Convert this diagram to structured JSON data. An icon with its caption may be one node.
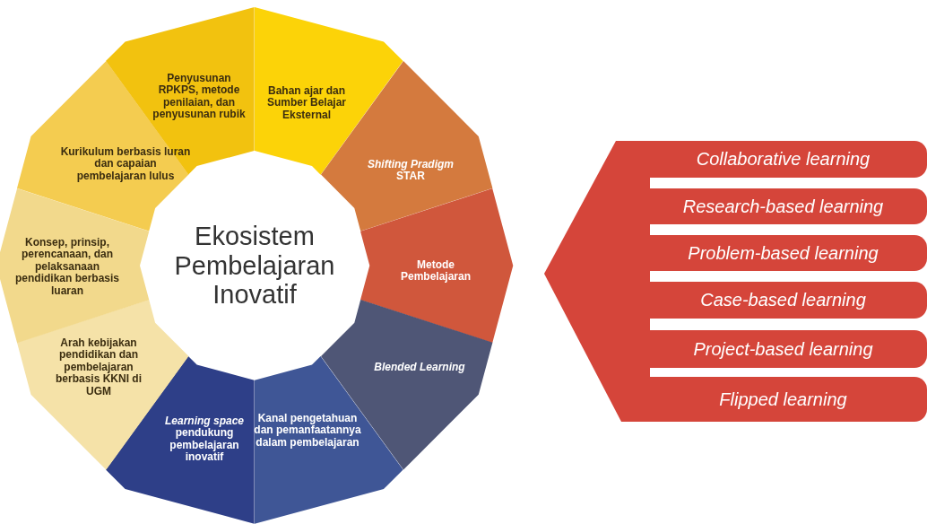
{
  "diagram": {
    "nodes": [
      {
        "text": [
          "Penyusunan **RPKPS**, metode penilaian, dan penyusunan rubik"
        ]
      },
      {
        "text": [
          "Bahan ajar dan Sumber Belajar Eksternal"
        ]
      },
      {
        "text": [
          "*Shifting Pradigm* **STAR**"
        ]
      },
      {
        "text": [
          "Metode Pembelajaran"
        ]
      },
      {
        "text": [
          "*Blended Learning*"
        ]
      },
      {
        "text": [
          "Kanal pengetahuan dan pemanfaatannya dalam pembelajaran"
        ]
      },
      {
        "text": [
          "*Learning space* pendukung pembelajaran inovatif"
        ]
      },
      {
        "text": [
          "Arah kebijakan pendidikan dan pembelajaran berbasis KKNI di UGM"
        ]
      },
      {
        "text": [
          "Konsep, prinsip, perencanaan, dan pelaksanaan pendidikan berbasis luaran"
        ]
      },
      {
        "text": [
          "Kurikulum berbasis luran dan capaian pembelajaran lulus"
        ]
      },
      {
        "text": [
          "Ekosistem Pembelajaran Inovatif"
        ]
      },
      {
        "text": [],
        "shape": "arrow"
      },
      {
        "text": [
          "Collaborative learning"
        ]
      },
      {
        "text": [
          "Research-based learning"
        ]
      },
      {
        "text": [
          "Problem-based learning"
        ]
      },
      {
        "text": [
          "Case-based learning"
        ]
      },
      {
        "text": [
          "Project-based learning"
        ]
      },
      {
        "text": [
          "Flipped learning"
        ]
      }
    ]
  }
}
